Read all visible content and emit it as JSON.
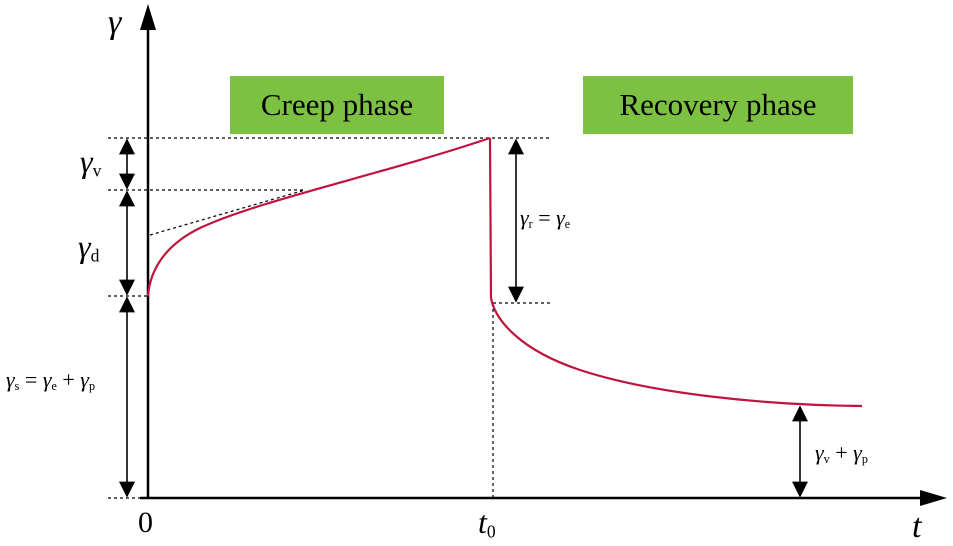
{
  "phases": {
    "creep": "Creep phase",
    "recovery": "Recovery phase"
  },
  "axes": {
    "y_symbol": "γ",
    "x_symbol": "t",
    "origin": "0",
    "t0_main": "t",
    "t0_sub": "0"
  },
  "labels": {
    "gamma_v": {
      "sym": "γ",
      "sub": "v"
    },
    "gamma_d": {
      "sym": "γ",
      "sub": "d"
    },
    "gamma_r_eq": {
      "sym1": "γ",
      "sub1": "r",
      "op": "=",
      "sym2": "γ",
      "sub2": "e"
    },
    "gamma_s_eq": {
      "sym1": "γ",
      "sub1": "s",
      "op1": "=",
      "sym2": "γ",
      "sub2": "e",
      "op2": "+",
      "sym3": "γ",
      "sub3": "p"
    },
    "gamma_vp": {
      "sym1": "γ",
      "sub1": "v",
      "op": "+",
      "sym2": "γ",
      "sub2": "p"
    }
  },
  "colors": {
    "curve": "#c0143c",
    "phase_box": "#7dc142",
    "axis": "#000000"
  }
}
